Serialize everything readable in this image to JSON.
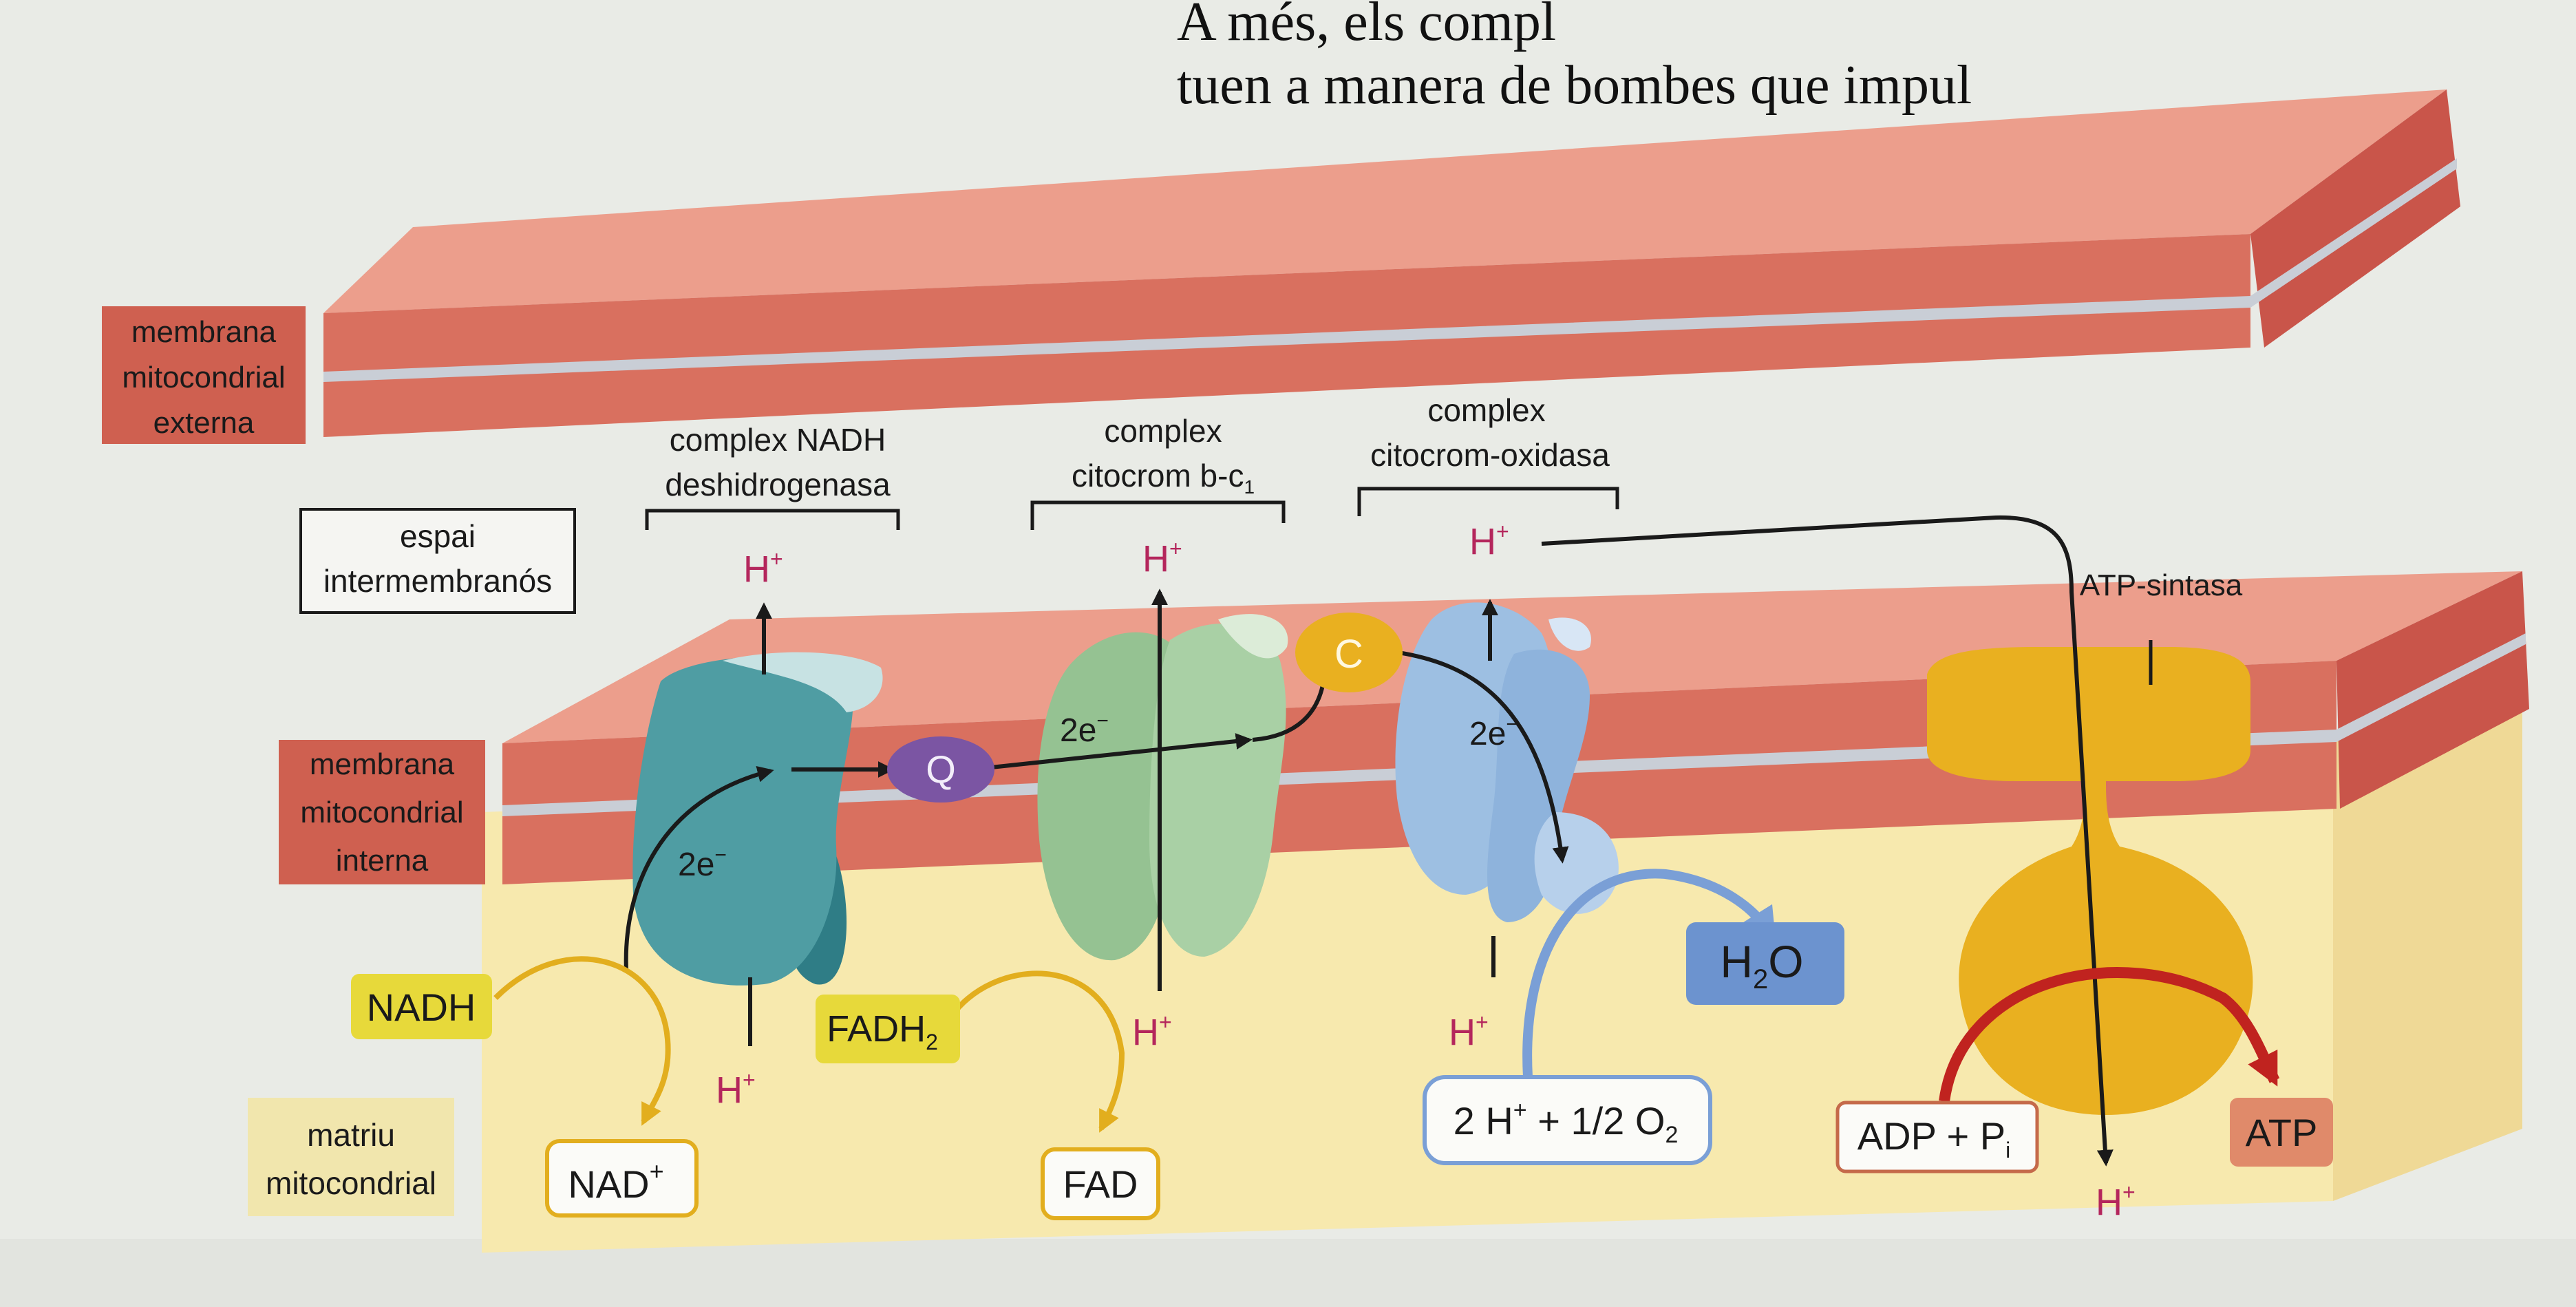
{
  "book_text": {
    "line1": "A més, els compl",
    "line2": "tuen a manera de bombes que impul"
  },
  "labels": {
    "outer_membrane": [
      "membrana",
      "mitocondrial",
      "externa"
    ],
    "intermembrane_space": [
      "espai",
      "intermembranós"
    ],
    "inner_membrane": [
      "membrana",
      "mitocondrial",
      "interna"
    ],
    "matrix": [
      "matriu",
      "mitocondrial"
    ]
  },
  "complexes": {
    "complex1": [
      "complex NADH",
      "deshidrogenasa"
    ],
    "complex3": {
      "line1": "complex",
      "line2": "citocrom b-c",
      "sub": "1"
    },
    "complex4": [
      "complex",
      "citocrom-oxidasa"
    ],
    "atp_synthase": "ATP-sintasa"
  },
  "carriers": {
    "q": "Q",
    "c": "C"
  },
  "electrons": {
    "e1": "2e",
    "e3": "2e",
    "e4": "2e",
    "sup": "−"
  },
  "protons": {
    "base": "H",
    "sup": "+"
  },
  "molecules": {
    "nadh": "NADH",
    "nad": {
      "base": "NAD",
      "sup": "+"
    },
    "fadh2": {
      "base": "FADH",
      "sub": "2"
    },
    "fad": "FAD",
    "water": {
      "a": "H",
      "sub": "2",
      "b": "O"
    },
    "oxygen": {
      "a": "2 H",
      "sup": "+",
      "b": " + 1/2 O",
      "sub": "2"
    },
    "adp": {
      "a": "ADP + P",
      "sub": "i"
    },
    "atp": "ATP"
  },
  "colors": {
    "membrane": "#d9705f",
    "membrane_top": "#e8998a",
    "complex1": "#4f9da3",
    "complex3": "#95c292",
    "complex4": "#9dbfe2",
    "atp_synthase": "#e9b020",
    "matrix": "#f7e9ae",
    "label_red": "#cf6050",
    "label_yellow": "#f1e6ad",
    "proton_text": "#b4265c"
  }
}
